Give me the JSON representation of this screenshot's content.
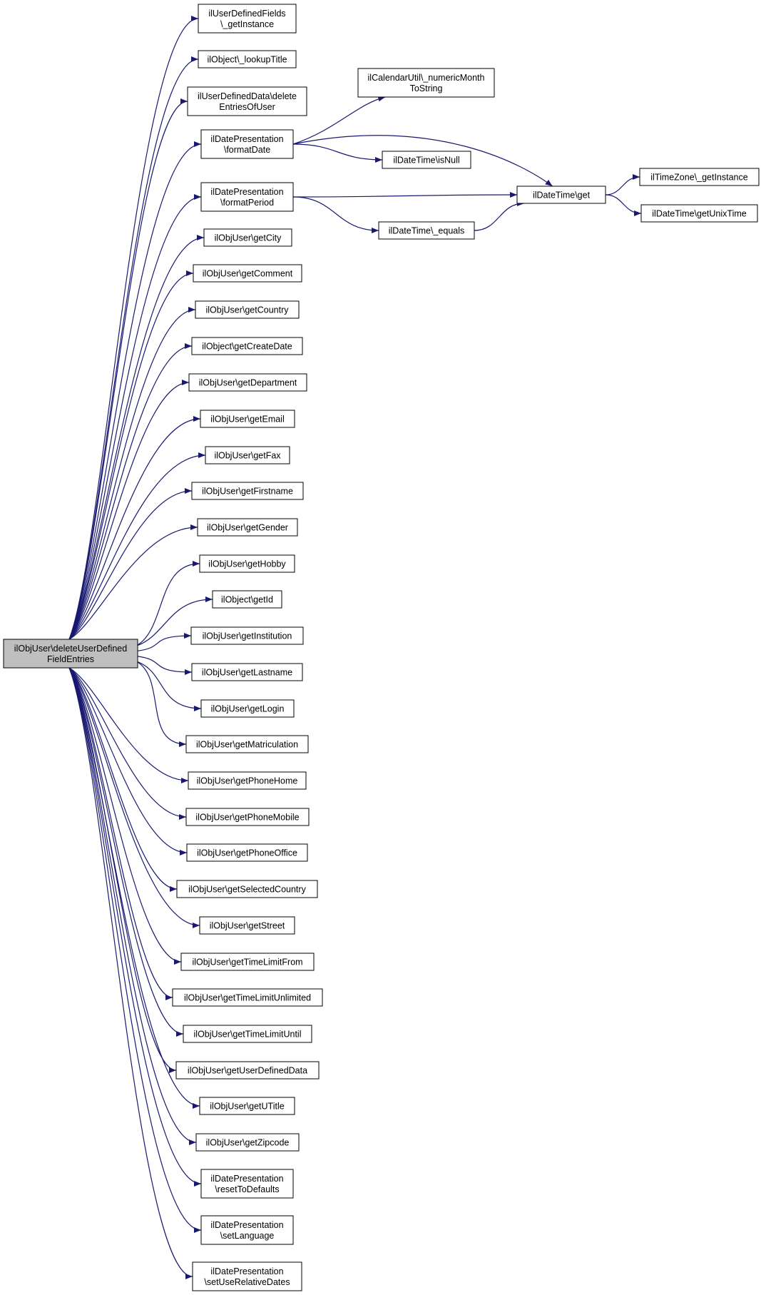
{
  "colors": {
    "edge": "#191970",
    "node_fill": "#ffffff",
    "root_fill": "#bfbfbf",
    "node_stroke": "#000000"
  },
  "nodes": {
    "root": {
      "lines": [
        "ilObjUser\\deleteUserDefined",
        "FieldEntries"
      ],
      "root": true
    },
    "udfinst": {
      "lines": [
        "ilUserDefinedFields",
        "\\_getInstance"
      ]
    },
    "lookup": {
      "lines": [
        "ilObject\\_lookupTitle"
      ]
    },
    "udddel": {
      "lines": [
        "ilUserDefinedData\\delete",
        "EntriesOfUser"
      ]
    },
    "fmtdate": {
      "lines": [
        "ilDatePresentation",
        "\\formatDate"
      ]
    },
    "fmtper": {
      "lines": [
        "ilDatePresentation",
        "\\formatPeriod"
      ]
    },
    "city": {
      "lines": [
        "ilObjUser\\getCity"
      ]
    },
    "comment": {
      "lines": [
        "ilObjUser\\getComment"
      ]
    },
    "country": {
      "lines": [
        "ilObjUser\\getCountry"
      ]
    },
    "cdate": {
      "lines": [
        "ilObject\\getCreateDate"
      ]
    },
    "dept": {
      "lines": [
        "ilObjUser\\getDepartment"
      ]
    },
    "email": {
      "lines": [
        "ilObjUser\\getEmail"
      ]
    },
    "fax": {
      "lines": [
        "ilObjUser\\getFax"
      ]
    },
    "first": {
      "lines": [
        "ilObjUser\\getFirstname"
      ]
    },
    "gender": {
      "lines": [
        "ilObjUser\\getGender"
      ]
    },
    "hobby": {
      "lines": [
        "ilObjUser\\getHobby"
      ]
    },
    "getid": {
      "lines": [
        "ilObject\\getId"
      ]
    },
    "inst": {
      "lines": [
        "ilObjUser\\getInstitution"
      ]
    },
    "last": {
      "lines": [
        "ilObjUser\\getLastname"
      ]
    },
    "login": {
      "lines": [
        "ilObjUser\\getLogin"
      ]
    },
    "matric": {
      "lines": [
        "ilObjUser\\getMatriculation"
      ]
    },
    "phhome": {
      "lines": [
        "ilObjUser\\getPhoneHome"
      ]
    },
    "phmob": {
      "lines": [
        "ilObjUser\\getPhoneMobile"
      ]
    },
    "phoff": {
      "lines": [
        "ilObjUser\\getPhoneOffice"
      ]
    },
    "selctry": {
      "lines": [
        "ilObjUser\\getSelectedCountry"
      ]
    },
    "street": {
      "lines": [
        "ilObjUser\\getStreet"
      ]
    },
    "tlfrom": {
      "lines": [
        "ilObjUser\\getTimeLimitFrom"
      ]
    },
    "tlunl": {
      "lines": [
        "ilObjUser\\getTimeLimitUnlimited"
      ]
    },
    "tluntil": {
      "lines": [
        "ilObjUser\\getTimeLimitUntil"
      ]
    },
    "udd": {
      "lines": [
        "ilObjUser\\getUserDefinedData"
      ]
    },
    "utitle": {
      "lines": [
        "ilObjUser\\getUTitle"
      ]
    },
    "zip": {
      "lines": [
        "ilObjUser\\getZipcode"
      ]
    },
    "reset": {
      "lines": [
        "ilDatePresentation",
        "\\resetToDefaults"
      ]
    },
    "setlang": {
      "lines": [
        "ilDatePresentation",
        "\\setLanguage"
      ]
    },
    "setrel": {
      "lines": [
        "ilDatePresentation",
        "\\setUseRelativeDates"
      ]
    },
    "calnum": {
      "lines": [
        "ilCalendarUtil\\_numericMonth",
        "ToString"
      ]
    },
    "isnull": {
      "lines": [
        "ilDateTime\\isNull"
      ]
    },
    "dtget": {
      "lines": [
        "ilDateTime\\get"
      ]
    },
    "equals": {
      "lines": [
        "ilDateTime\\_equals"
      ]
    },
    "tzinst": {
      "lines": [
        "ilTimeZone\\_getInstance"
      ]
    },
    "unix": {
      "lines": [
        "ilDateTime\\getUnixTime"
      ]
    }
  },
  "edges": [
    [
      "root",
      "udfinst"
    ],
    [
      "root",
      "lookup"
    ],
    [
      "root",
      "udddel"
    ],
    [
      "root",
      "fmtdate"
    ],
    [
      "root",
      "fmtper"
    ],
    [
      "root",
      "city"
    ],
    [
      "root",
      "comment"
    ],
    [
      "root",
      "country"
    ],
    [
      "root",
      "cdate"
    ],
    [
      "root",
      "dept"
    ],
    [
      "root",
      "email"
    ],
    [
      "root",
      "fax"
    ],
    [
      "root",
      "first"
    ],
    [
      "root",
      "gender"
    ],
    [
      "root",
      "hobby"
    ],
    [
      "root",
      "getid"
    ],
    [
      "root",
      "inst"
    ],
    [
      "root",
      "last"
    ],
    [
      "root",
      "login"
    ],
    [
      "root",
      "matric"
    ],
    [
      "root",
      "phhome"
    ],
    [
      "root",
      "phmob"
    ],
    [
      "root",
      "phoff"
    ],
    [
      "root",
      "selctry"
    ],
    [
      "root",
      "street"
    ],
    [
      "root",
      "tlfrom"
    ],
    [
      "root",
      "tlunl"
    ],
    [
      "root",
      "tluntil"
    ],
    [
      "root",
      "udd"
    ],
    [
      "root",
      "utitle"
    ],
    [
      "root",
      "zip"
    ],
    [
      "root",
      "reset"
    ],
    [
      "root",
      "setlang"
    ],
    [
      "root",
      "setrel"
    ],
    [
      "fmtdate",
      "calnum"
    ],
    [
      "fmtdate",
      "dtget"
    ],
    [
      "fmtdate",
      "isnull"
    ],
    [
      "fmtper",
      "dtget"
    ],
    [
      "fmtper",
      "equals"
    ],
    [
      "equals",
      "dtget"
    ],
    [
      "dtget",
      "tzinst"
    ],
    [
      "dtget",
      "unix"
    ]
  ]
}
